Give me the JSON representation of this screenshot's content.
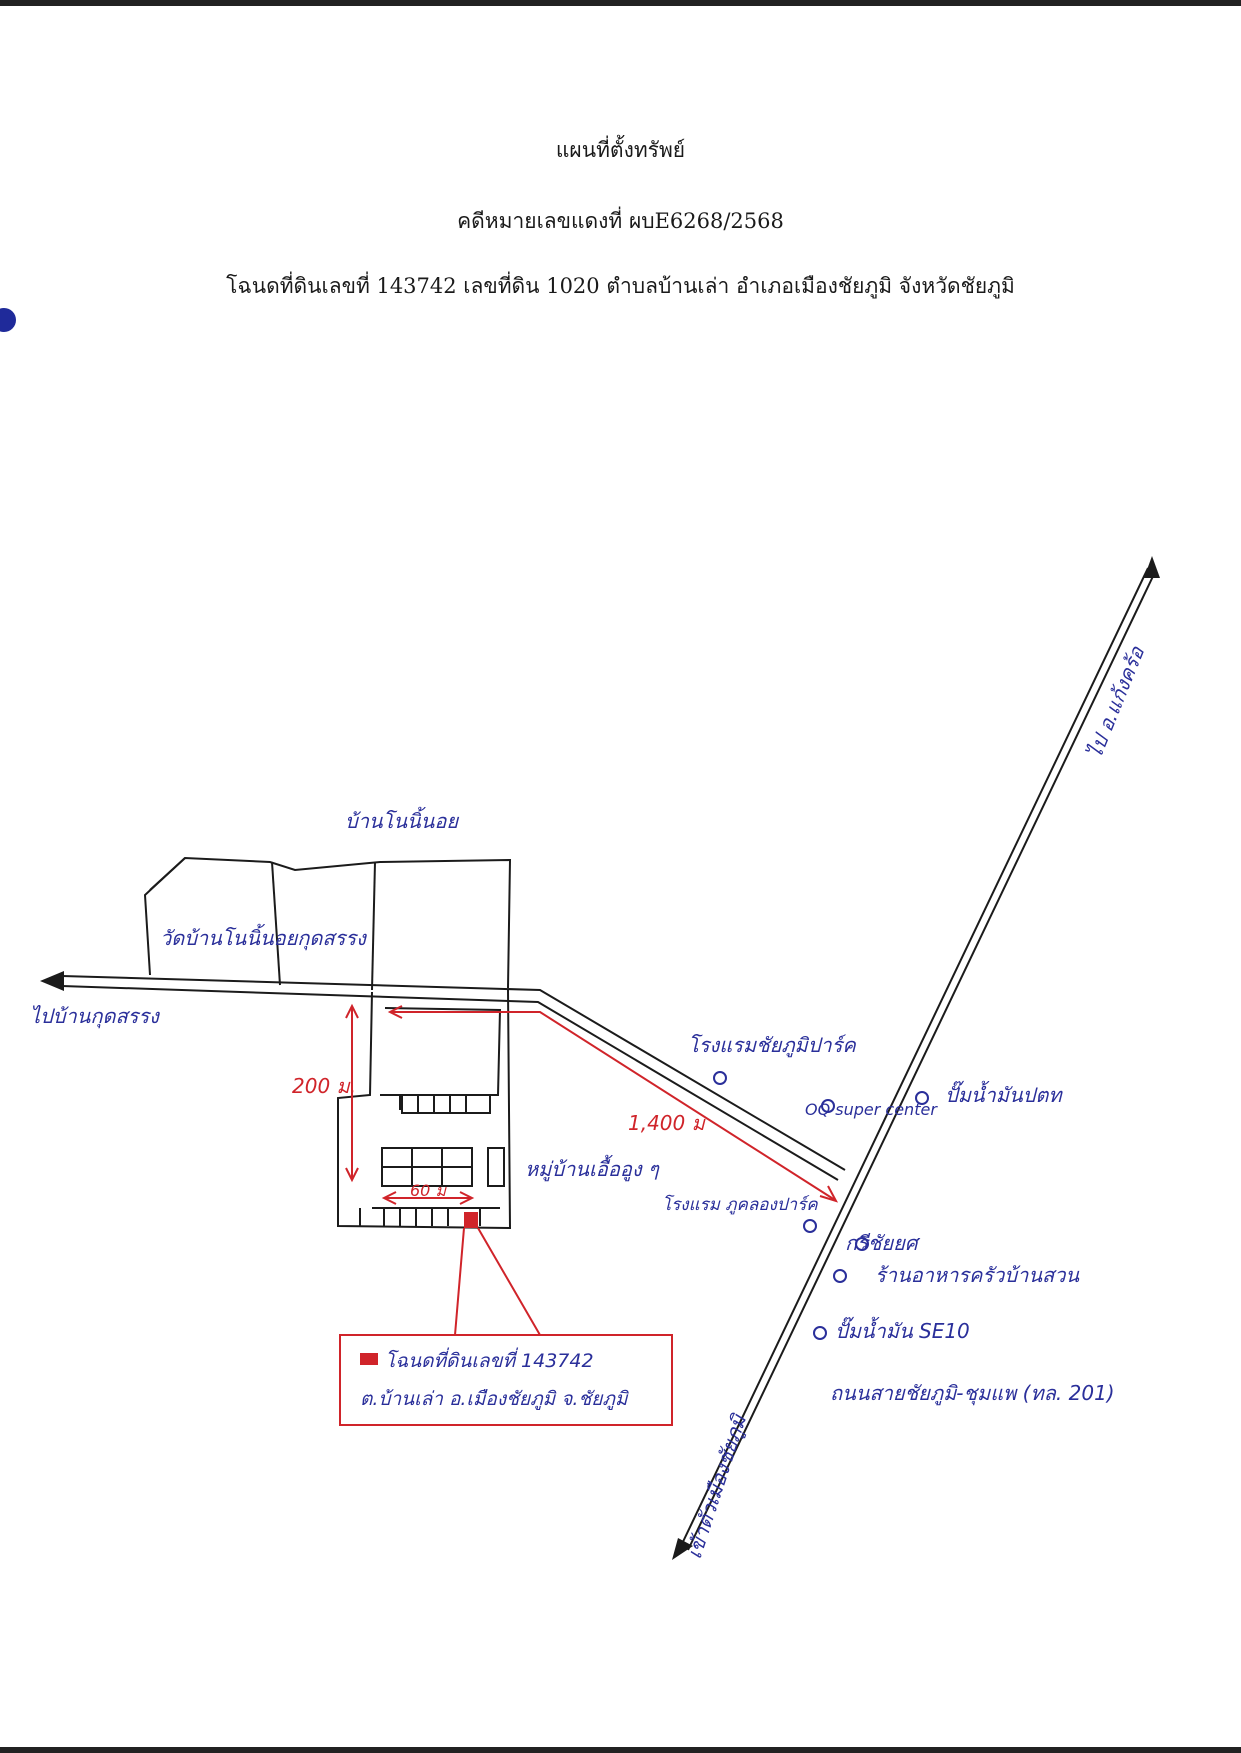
{
  "header": {
    "title": "แผนที่ตั้งทรัพย์",
    "case_line": "คดีหมายเลขแดงที่ ผบE6268/2568",
    "deed_line": "โฉนดที่ดินเลขที่ 143742 เลขที่ดิน 1020 ตำบลบ้านเล่า อำเภอเมืองชัยภูมิ จังหวัดชัยภูมิ"
  },
  "map": {
    "colors": {
      "ink_blue": "#2a2f9a",
      "ink_red": "#d0242a",
      "ink_black": "#1b1b1b"
    },
    "labels": {
      "village_top": "บ้านโนนิ้นอย",
      "temple": "วัดบ้านโนนิ้นอยกุดสรรง",
      "to_west": "ไปบ้านกุดสรรง",
      "to_north": "ไป อ.แก้งคร้อ",
      "to_south": "เข้าตัวเมืองชัยภูมิ",
      "hotel_park": "โรงแรมชัยภูมิปาร์ค",
      "supercenter": "OQ super center",
      "gas_ptt": "ปั๊มน้ำมันปตท",
      "village_moo": "หมู่บ้านเอื้ออูง ๆ",
      "hotel2": "โรงแรม ภูคลองปาร์ค",
      "kri": "กรีชัยยศ",
      "restaurant": "ร้านอาหารครัวบ้านสวน",
      "gas2": "ปั๊มน้ำมัน SE10",
      "highway": "ถนนสายชัยภูมิ-ชุมแพ (ทล. 201)",
      "dist_200": "200 ม.",
      "dist_1400": "1,400 ม",
      "dist_60": "60 ม",
      "parcel_line1": "โฉนดที่ดินเลขที่ 143742",
      "parcel_line2": "ต.บ้านเล่า อ.เมืองชัยภูมิ จ.ชัยภูมิ"
    }
  }
}
